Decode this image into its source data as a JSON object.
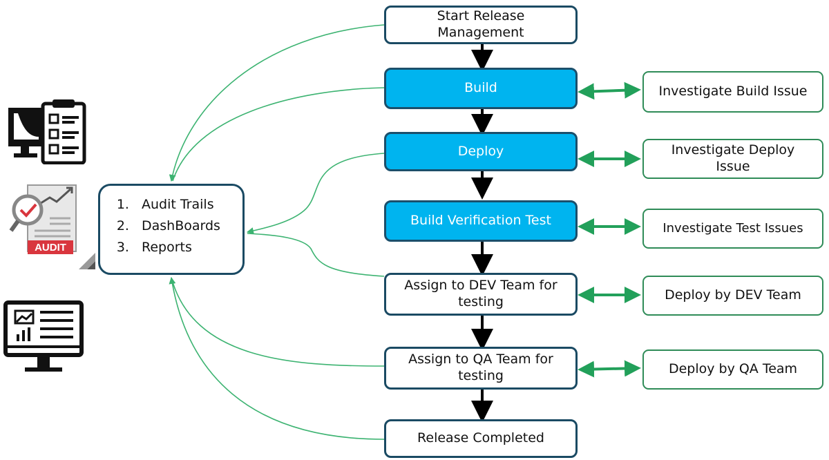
{
  "flow": {
    "start": "Start Release Management",
    "build": "Build",
    "deploy": "Deploy",
    "bvt": "Build Verification Test",
    "assign_dev": "Assign to DEV Team for testing",
    "assign_qa": "Assign to QA Team for testing",
    "completed": "Release Completed"
  },
  "side": {
    "build_issue": "Investigate Build Issue",
    "deploy_issue": "Investigate Deploy Issue",
    "test_issues": "Investigate Test Issues",
    "deploy_dev": "Deploy by DEV Team",
    "deploy_qa": "Deploy by QA Team"
  },
  "outputs": {
    "items": [
      "Audit Trails",
      "DashBoards",
      "Reports"
    ]
  },
  "icons": {
    "first": "monitor-checklist-icon",
    "second": "audit-report-icon",
    "second_label": "AUDIT",
    "third": "dashboard-monitor-icon"
  },
  "colors": {
    "process_fill": "#00b4ef",
    "process_border": "#1a4a63",
    "side_border": "#2e8b57",
    "feedback_line": "#3cb371",
    "flow_arrow": "#000000",
    "bidirectional_arrow": "#22a05a"
  }
}
